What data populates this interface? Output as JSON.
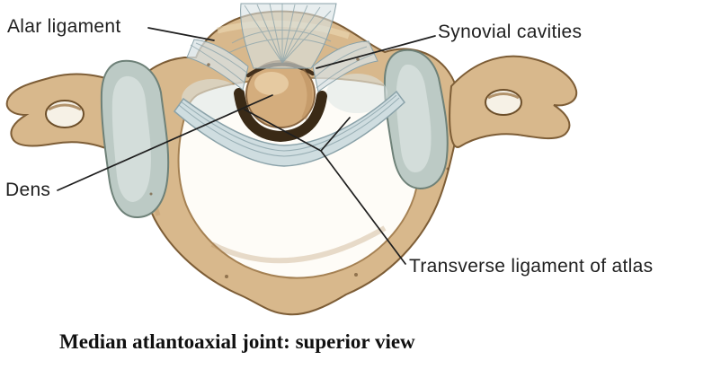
{
  "figure": {
    "caption": "Median atlantoaxial joint: superior view"
  },
  "labels": {
    "alar_ligament": "Alar ligament",
    "synovial_cavities": "Synovial cavities",
    "dens": "Dens",
    "transverse_ligament": "Transverse ligament of atlas"
  },
  "palette": {
    "background": "#ffffff",
    "bone": "#d8b88c",
    "bone_outline": "#7d5d36",
    "bone_shadow": "#b38c5c",
    "articular_facet": "#bccac5",
    "ligament": "#d8e2e4",
    "dens": "#d4ad7d",
    "synovial_cavity_dark": "#3a2a16",
    "leader_line": "#1f1f1f",
    "label_text": "#1f1f1f"
  }
}
